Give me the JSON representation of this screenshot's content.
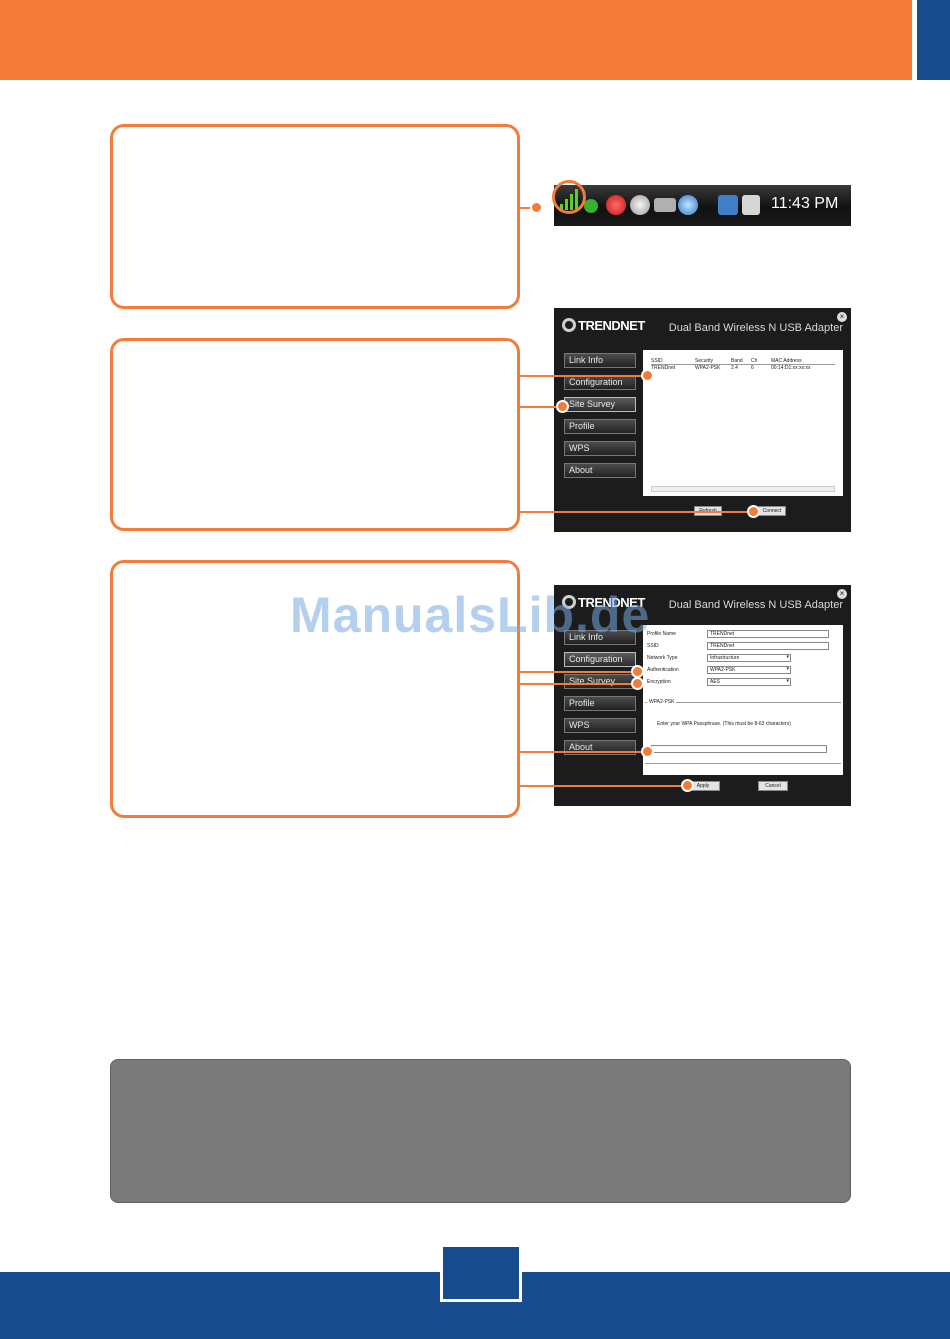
{
  "taskbar": {
    "time": "11:43 PM",
    "icons": [
      "wireless-signal-icon",
      "check-shield-icon",
      "red-x-icon",
      "grey-x-icon",
      "network-arrows-icon",
      "globe-icon",
      "network-monitor-icon",
      "speaker-icon"
    ]
  },
  "app": {
    "logo": "TRENDNET",
    "title": "Dual Band Wireless N USB Adapter",
    "close": "×"
  },
  "app1": {
    "menu": [
      "Link Info",
      "Configuration",
      "Site Survey",
      "Profile",
      "WPS",
      "About"
    ],
    "table": {
      "headers": [
        "SSID",
        "Security",
        "Band",
        "Ch",
        "MAC Address"
      ],
      "rows": [
        [
          "TRENDnet",
          "WPA2-PSK",
          "2.4",
          "6",
          "00:14:D1:xx:xx:xx"
        ]
      ]
    },
    "buttons": [
      "Refresh",
      "Connect"
    ]
  },
  "app2": {
    "menu": [
      "Link Info",
      "Configuration",
      "Site Survey",
      "Profile",
      "WPS",
      "About"
    ],
    "fields": [
      {
        "label": "Profile Name",
        "value": "TRENDnet"
      },
      {
        "label": "SSID",
        "value": "TRENDnet"
      }
    ],
    "selects": [
      {
        "label": "Network Type",
        "value": "Infrastructure"
      },
      {
        "label": "Authentication",
        "value": "WPA2-PSK"
      },
      {
        "label": "Encryption",
        "value": "AES"
      }
    ],
    "group_label": "WPA2-PSK",
    "instruction": "Enter your WPA Passphrase. (This must be 8-63 characters)",
    "buttons": [
      "Apply",
      "Cancel"
    ]
  },
  "watermark": "ManualsLib.de"
}
